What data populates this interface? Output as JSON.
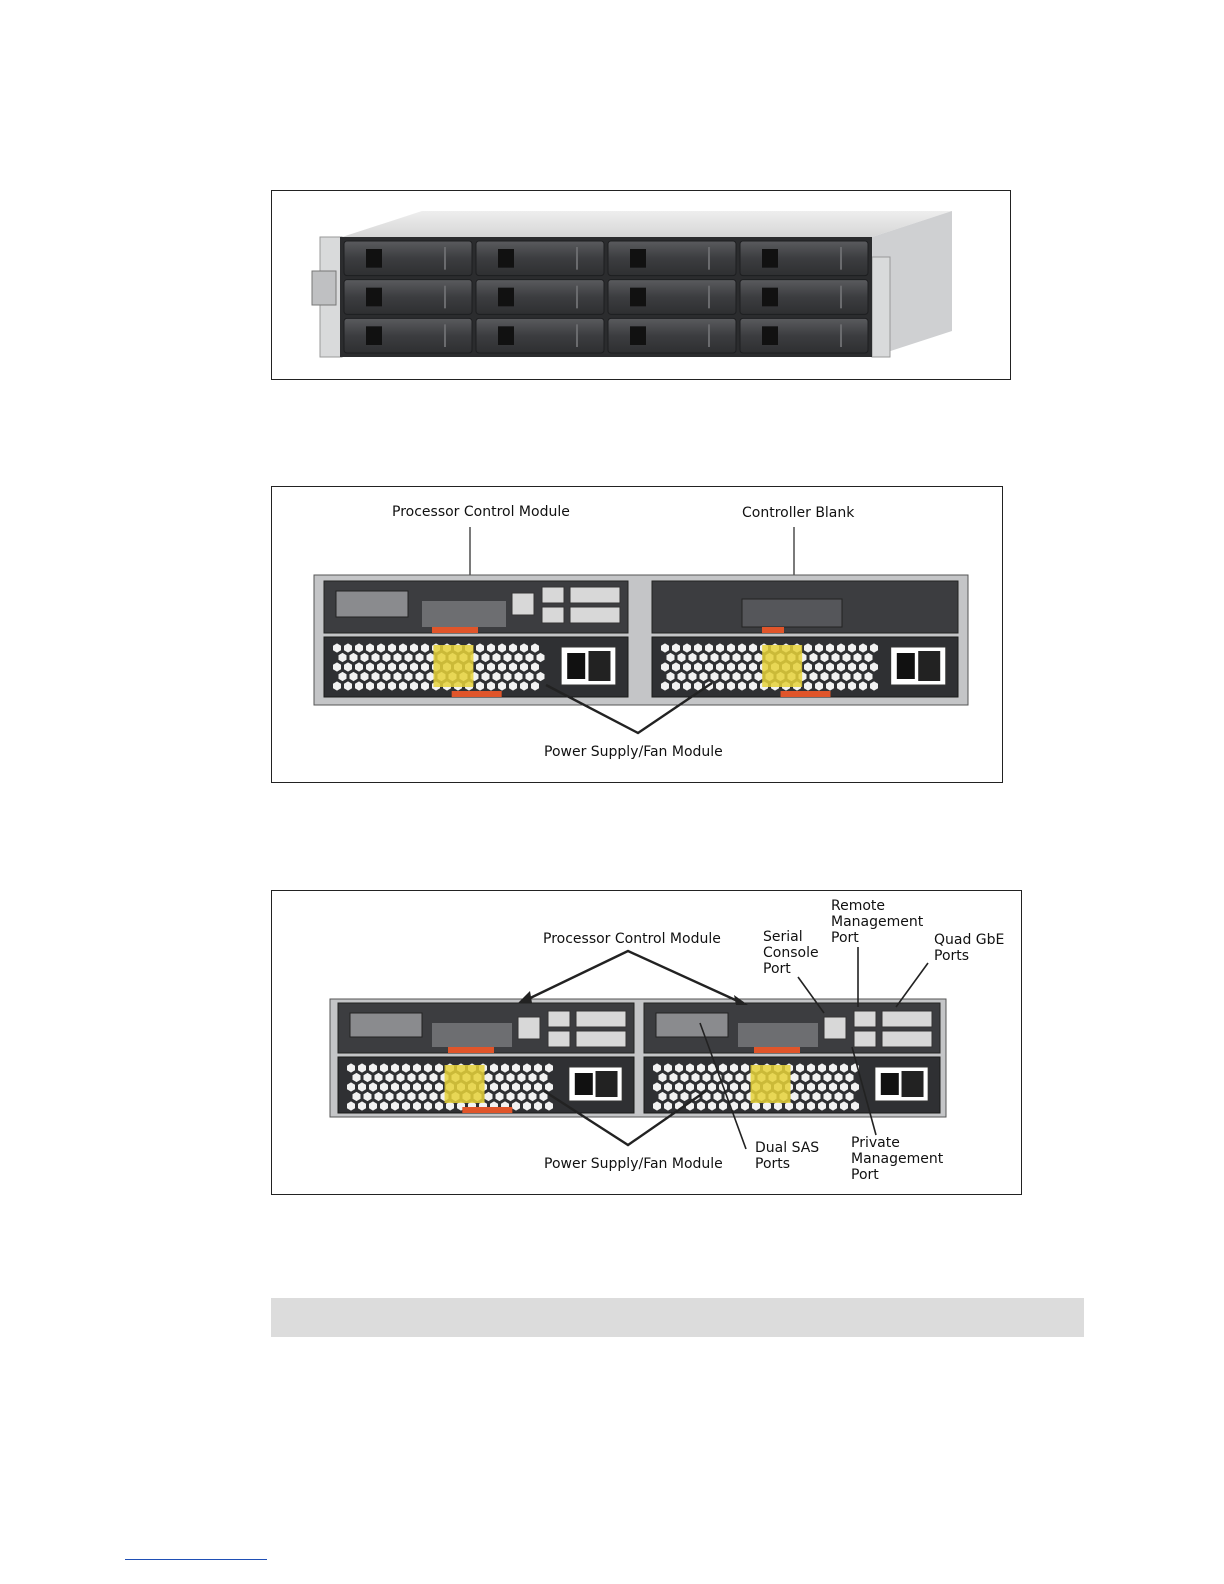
{
  "figures": [
    {
      "id": "front-view",
      "drive_bays": {
        "rows": 3,
        "columns": 4
      }
    },
    {
      "id": "rear-single-controller",
      "labels": {
        "processor_control_module": "Processor Control Module",
        "controller_blank": "Controller Blank",
        "power_supply_fan_module": "Power Supply/Fan Module"
      }
    },
    {
      "id": "rear-dual-controller",
      "labels": {
        "processor_control_module": "Processor Control Module",
        "serial_console_port": "Serial\nConsole\nPort",
        "remote_management_port": "Remote\nManagement\nPort",
        "quad_gbe_ports": "Quad GbE\nPorts",
        "power_supply_fan_module": "Power Supply/Fan Module",
        "dual_sas_ports": "Dual SAS\nPorts",
        "private_management_port": "Private\nManagement\nPort"
      }
    }
  ],
  "colors": {
    "chassis_dark": "#3a3b3d",
    "chassis_silver": "#c9cbcd",
    "latch_orange": "#e0552a",
    "warning_yellow": "#e6d23a",
    "note_bar": "#dcdcdc",
    "footnote_rule": "#1f4fb5"
  }
}
